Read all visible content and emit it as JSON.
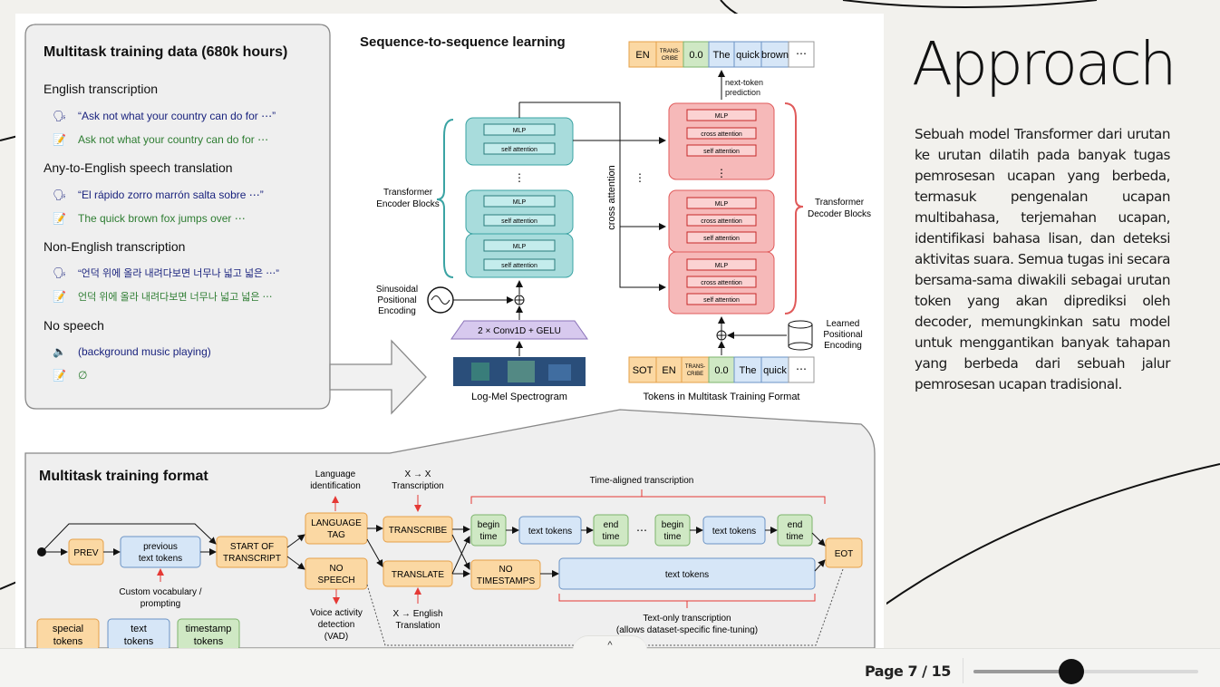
{
  "slide": {
    "title": "Approach",
    "body": "Sebuah model Transformer dari urutan ke urutan dilatih pada banyak tugas pemrosesan ucapan yang berbeda, termasuk pengenalan ucapan multibahasa, terjemahan ucapan, identifikasi bahasa lisan, dan deteksi aktivitas suara. Semua tugas ini secara bersama-sama diwakili sebagai urutan token yang akan diprediksi oleh decoder, memungkinkan satu model untuk menggantikan banyak tahapan yang berbeda dari sebuah jalur pemrosesan ucapan tradisional."
  },
  "figure": {
    "data_panel": {
      "title": "Multitask training data (680k hours)",
      "sections": [
        {
          "heading": "English transcription",
          "audio": "“Ask not what your country can do for ⋯”",
          "text": "Ask not what your country can do for ⋯"
        },
        {
          "heading": "Any-to-English speech translation",
          "audio": "“El rápido zorro marrón salta sobre ⋯”",
          "text": "The quick brown fox jumps over ⋯"
        },
        {
          "heading": "Non-English transcription",
          "audio": "“언덕 위에 올라 내려다보면 너무나 넓고 넓은 ⋯”",
          "text": "언덕 위에 올라 내려다보면 너무나 넓고 넓은 ⋯"
        },
        {
          "heading": "No speech",
          "audio": "(background music playing)",
          "text": "∅"
        }
      ]
    },
    "seq2seq": {
      "title": "Sequence-to-sequence learning",
      "output_tokens": [
        "EN",
        "TRANS-\nCRIBE",
        "0.0",
        "The",
        "quick",
        "brown",
        "⋯"
      ],
      "input_tokens": [
        "SOT",
        "EN",
        "TRANS-\nCRIBE",
        "0.0",
        "The",
        "quick",
        "⋯"
      ],
      "next_token": "next-token\nprediction",
      "encoder_label": "Transformer\nEncoder Blocks",
      "decoder_label": "Transformer\nDecoder Blocks",
      "cross_attention": "cross attention",
      "mlp": "MLP",
      "self_attention": "self attention",
      "cross_attention_block": "cross attention",
      "sinusoidal": "Sinusoidal\nPositional\nEncoding",
      "learned": "Learned\nPositional\nEncoding",
      "conv": "2 × Conv1D + GELU",
      "spectrogram": "Log-Mel Spectrogram",
      "tokens_caption": "Tokens in Multitask Training Format"
    },
    "format_panel": {
      "title": "Multitask training format",
      "lang_id": "Language\nidentification",
      "xx": "X → X\nTranscription",
      "time_aligned": "Time-aligned transcription",
      "prev": "PREV",
      "previous_text": "previous\ntext tokens",
      "start": "START OF\nTRANSCRIPT",
      "language_tag": "LANGUAGE\nTAG",
      "no_speech": "NO\nSPEECH",
      "transcribe": "TRANSCRIBE",
      "translate": "TRANSLATE",
      "begin_time": "begin\ntime",
      "text_tokens": "text tokens",
      "end_time": "end\ntime",
      "no_timestamps": "NO\nTIMESTAMPS",
      "eot": "EOT",
      "custom_vocab": "Custom vocabulary /\nprompting",
      "vad": "Voice activity\ndetection\n(VAD)",
      "x_english": "X → English\nTranslation",
      "text_only": "Text-only transcription\n(allows dataset-specific fine-tuning)",
      "legend": [
        "special\ntokens",
        "text\ntokens",
        "timestamp\ntokens"
      ]
    }
  },
  "viewer": {
    "page_label": "Page 7 / 15",
    "collapse_icon": "^",
    "progress": 0.437
  },
  "colors": {
    "encoder": "#a8dcdc",
    "decoder": "#f6b9b9",
    "special": "#fbd8a3",
    "text_token": "#d6e6f7",
    "timestamp": "#cfe8c4",
    "dark_blue": "#1a237e",
    "green_text": "#2e7d32"
  }
}
